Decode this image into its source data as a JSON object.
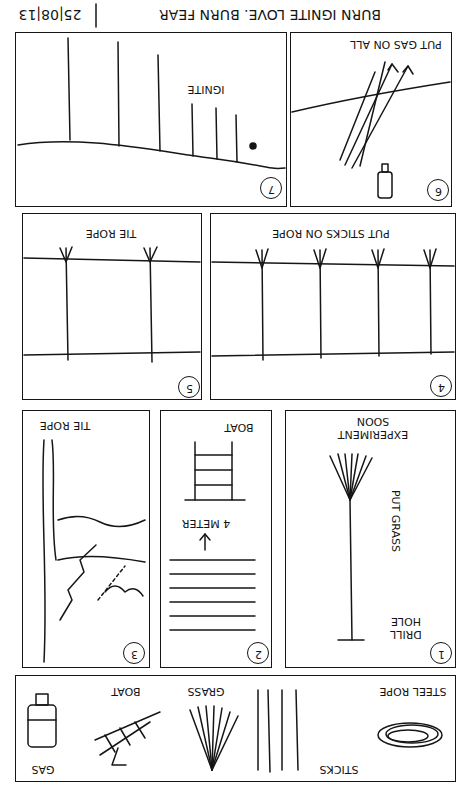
{
  "diagram": {
    "title": "BURN IGNITE LOVE. BURN FEAR",
    "nodes": [
      {
        "text": [
          "STEEL ROPE",
          "STICKS",
          "GRASS",
          "BOAT",
          "GAS"
        ]
      },
      {
        "text": [
          "DRILL HOLE",
          "PUT GRASS",
          "EXPERIMENT SOON"
        ]
      },
      {
        "text": [
          "1"
        ],
        "in": 1
      },
      {
        "text": [
          "4 METER",
          "BOAT"
        ]
      },
      {
        "text": [
          "2"
        ],
        "in": 3
      },
      {
        "text": [
          "TIE ROPE"
        ]
      },
      {
        "text": [
          "3"
        ],
        "in": 5
      },
      {
        "text": [
          "PUT STICKS ON ROPE"
        ]
      },
      {
        "text": [
          "4"
        ],
        "in": 7
      },
      {
        "text": [
          "TIE ROPE"
        ]
      },
      {
        "text": [
          "5"
        ],
        "in": 9
      },
      {
        "text": [
          "PUT GAS ON ALL"
        ]
      },
      {
        "text": [
          "6"
        ],
        "in": 11
      },
      {
        "text": [
          "IGNITE"
        ]
      },
      {
        "text": [
          "7"
        ],
        "in": 13
      }
    ],
    "labels": [
      "25|08|13"
    ]
  }
}
